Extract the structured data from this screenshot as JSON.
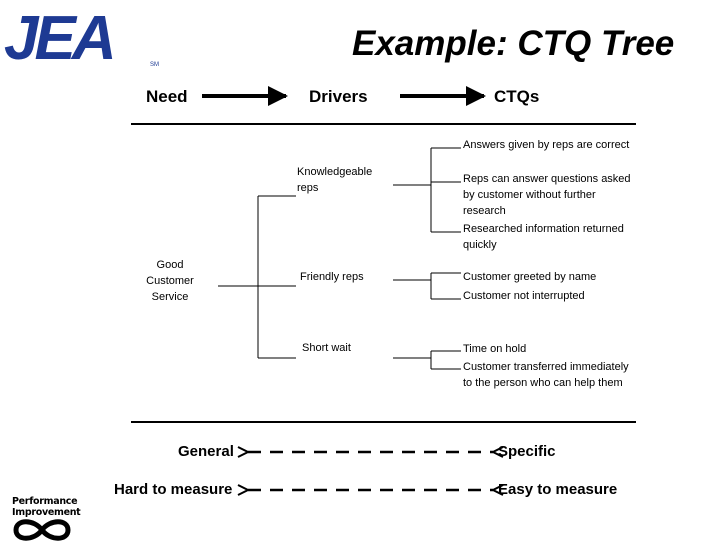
{
  "logo": {
    "text": "JEA",
    "mark": "SM"
  },
  "title": "Example: CTQ Tree",
  "headers": {
    "need": "Need",
    "drivers": "Drivers",
    "ctqs": "CTQs"
  },
  "need": "Good Customer Service",
  "drivers": [
    {
      "label": "Knowledgeable reps",
      "ctqs": [
        "Answers given by reps are correct",
        "Reps can answer questions asked by customer without further research",
        "Researched information returned quickly"
      ]
    },
    {
      "label": "Friendly reps",
      "ctqs": [
        "Customer greeted by name",
        "Customer not interrupted"
      ]
    },
    {
      "label": "Short wait",
      "ctqs": [
        "Time on hold",
        "Customer transferred immediately to the person who can help them"
      ]
    }
  ],
  "scales": [
    {
      "left": "General",
      "right": "Specific"
    },
    {
      "left": "Hard to measure",
      "right": "Easy to measure"
    }
  ],
  "badge": {
    "line1": "Performance",
    "line2": "Improvement"
  },
  "colors": {
    "logo": "#1e3a93",
    "lines": "#000000"
  },
  "icons": {
    "badge": "infinity-icon"
  }
}
